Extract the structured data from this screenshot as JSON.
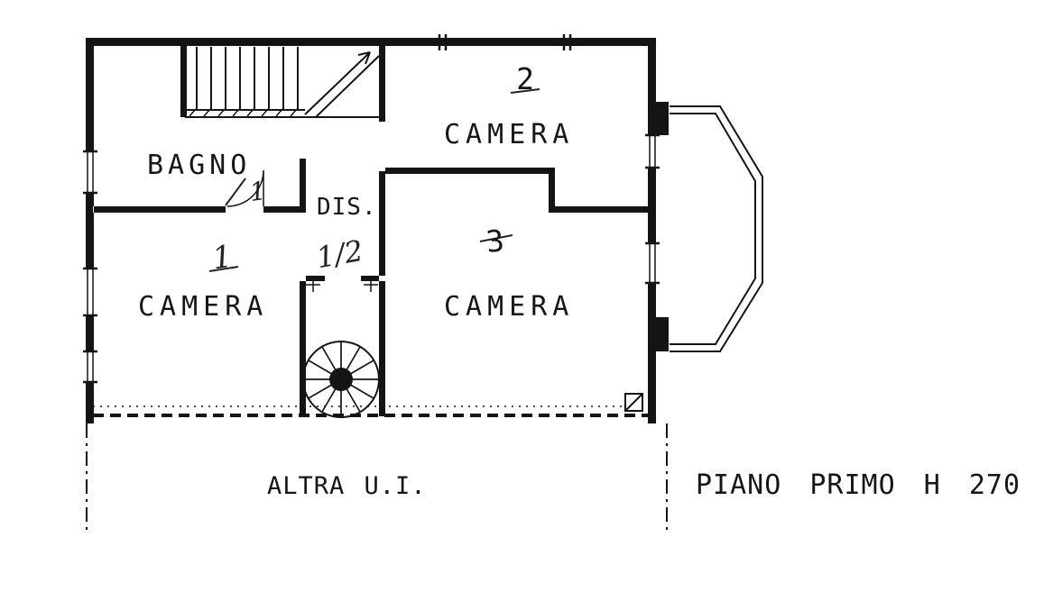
{
  "colors": {
    "ink": "#141414",
    "paper": "#ffffff"
  },
  "labels": {
    "bagno": "BAGNO",
    "dis": "DIS.",
    "camera_left": "CAMERA",
    "camera_top": "CAMERA",
    "camera_right": "CAMERA",
    "other_unit": "ALTRA U.I.",
    "floor_title": "PIANO PRIMO H 270"
  },
  "annotations": {
    "camera_top_number": "2",
    "camera_right_number": "3",
    "camera_left_number": "1",
    "dis_number": "1/2",
    "bagno_number": "1"
  },
  "icons": {
    "straight_staircase": "straight-staircase-icon",
    "spiral_staircase": "spiral-staircase-icon",
    "bay_window": "bay-window-icon",
    "window_symbol": "window-symbol",
    "corner_symbol": "corner-hatch-icon"
  }
}
